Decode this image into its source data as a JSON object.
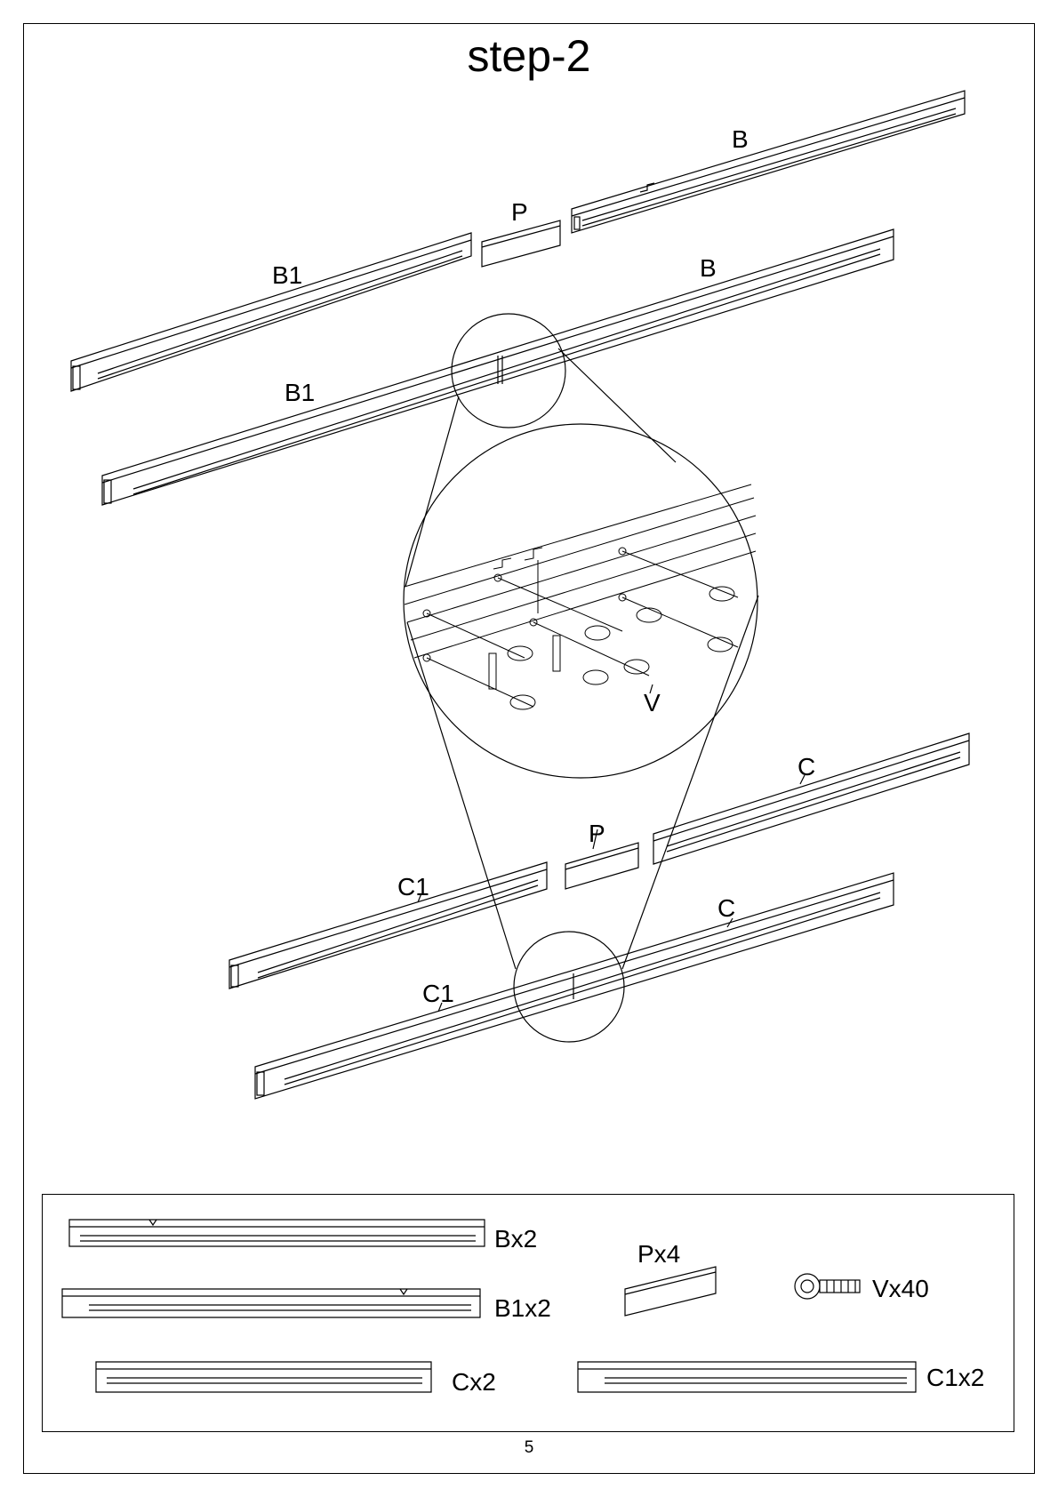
{
  "header": {
    "title": "step-2"
  },
  "footer": {
    "page_number": "5"
  },
  "labels": {
    "b_top": "B",
    "p_top": "P",
    "b1_top": "B1",
    "b_mid": "B",
    "b1_mid": "B1",
    "v": "V",
    "c_top": "C",
    "p_bottom": "P",
    "c1_top": "C1",
    "c_mid": "C",
    "c1_bottom": "C1"
  },
  "parts_list": {
    "b": "Bx2",
    "b1": "B1x2",
    "c": "Cx2",
    "c1": "C1x2",
    "p": "Px4",
    "v": "Vx40"
  }
}
